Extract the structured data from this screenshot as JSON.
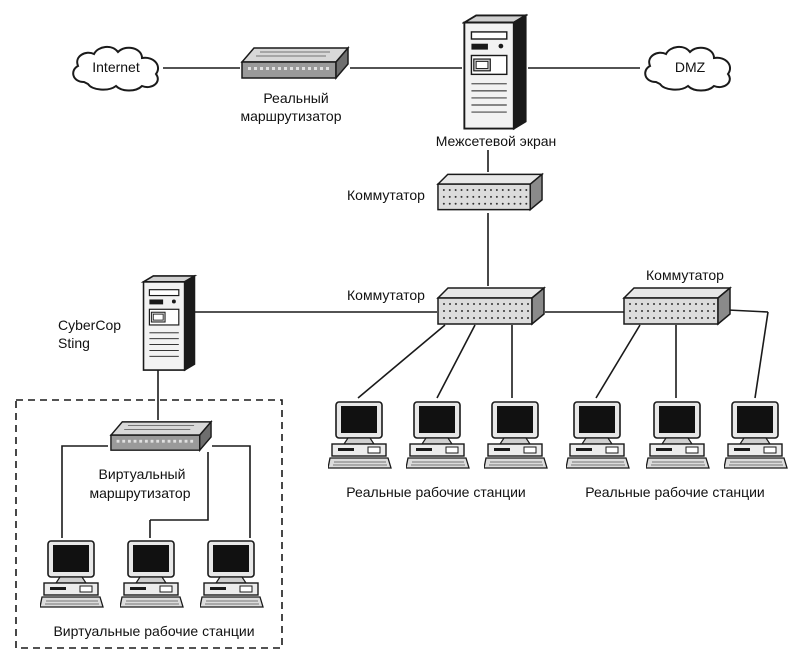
{
  "nodes": {
    "internet": "Internet",
    "dmz": "DMZ",
    "real_router": [
      "Реальный",
      "маршрутизатор"
    ],
    "firewall": "Межсетевой экран",
    "switch_top": "Коммутатор",
    "switch_middle": "Коммутатор",
    "switch_right": "Коммутатор",
    "cybercop": [
      "CyberCop",
      "Sting"
    ],
    "virtual_router": [
      "Виртуальный",
      "маршрутизатор"
    ],
    "real_workstations_1": "Реальные рабочие станции",
    "real_workstations_2": "Реальные рабочие станции",
    "virtual_workstations": "Виртуальные рабочие станции"
  },
  "colors": {
    "line": "#1a1a1a",
    "device_fill": "#e6e6e6",
    "device_dark": "#8a8a8a",
    "screen": "#111111"
  },
  "icons": {
    "cloud": "cloud-icon",
    "router": "router-icon",
    "server": "server-tower-icon",
    "switch": "network-switch-icon",
    "workstation": "desktop-computer-icon"
  }
}
